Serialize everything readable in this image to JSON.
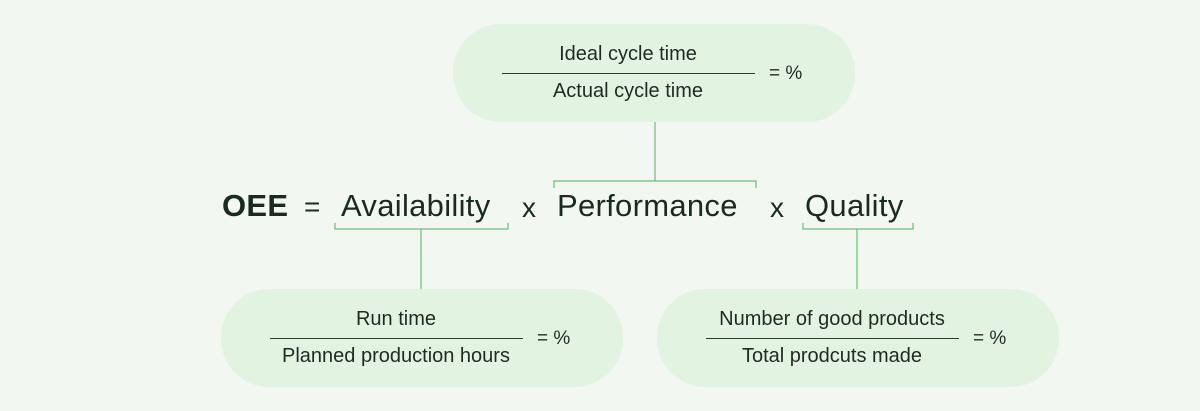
{
  "equation": {
    "lhs": "OEE",
    "equals": "=",
    "terms": [
      "Availability",
      "Performance",
      "Quality"
    ],
    "operators": [
      "x",
      "x"
    ]
  },
  "formulas": {
    "performance": {
      "numerator": "Ideal cycle time",
      "denominator": "Actual cycle time",
      "result": "= %"
    },
    "availability": {
      "numerator": "Run time",
      "denominator": "Planned production hours",
      "result": "= %"
    },
    "quality": {
      "numerator": "Number of good products",
      "denominator": "Total prodcuts made",
      "result": "= %"
    }
  },
  "colors": {
    "background": "#f2f8f1",
    "pill_fill": "#e2f3e2",
    "connector": "#6dbb7c",
    "text": "#1e2b22"
  }
}
